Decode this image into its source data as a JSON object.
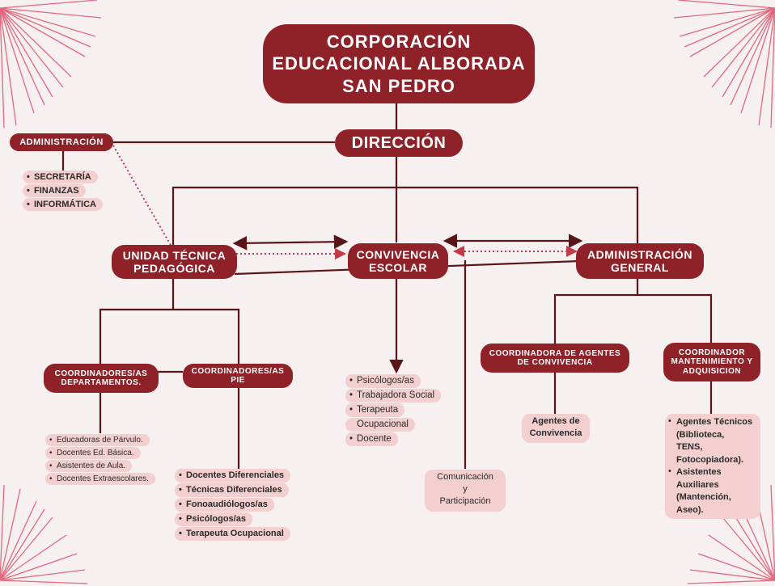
{
  "colors": {
    "node": "#8f2128",
    "line": "#5a1518",
    "list_bg": "#f3cfcf",
    "accent": "#e0506a",
    "bg": "#f6f1f0"
  },
  "top": {
    "line1": "CORPORACIÓN",
    "line2": "EDUCACIONAL ALBORADA",
    "line3": "SAN PEDRO"
  },
  "direccion": "DIRECCIÓN",
  "administracion": {
    "label": "ADMINISTRACIÓN",
    "items": [
      "SECRETARÍA",
      "FINANZAS",
      "INFORMÁTICA"
    ]
  },
  "utp": {
    "line1": "UNIDAD TÉCNICA",
    "line2": "PEDAGÓGICA"
  },
  "convivencia": {
    "line1": "CONVIVENCIA",
    "line2": "ESCOLAR",
    "items": [
      "Psicólogos/as",
      "Trabajadora Social",
      "Terapeuta",
      "Ocupacional",
      "Docente"
    ]
  },
  "admin_general": {
    "line1": "ADMINISTRACIÓN",
    "line2": "GENERAL"
  },
  "coord_dept": {
    "line1": "COORDINADORES/AS",
    "line2": "DEPARTAMENTOS.",
    "items": [
      "Educadoras de Párvulo.",
      "Docentes Ed. Básica.",
      "Asistentes de Aula.",
      "Docentes Extraescolares."
    ]
  },
  "coord_pie": {
    "line1": "COORDINADORES/AS",
    "line2": "PIE",
    "items": [
      "Docentes Diferenciales",
      "Técnicas Diferenciales",
      "Fonoaudiólogos/as",
      "Psicólogos/as",
      "Terapeuta Ocupacional"
    ]
  },
  "comunicacion": {
    "line1": "Comunicación",
    "line2": "y",
    "line3": "Participación"
  },
  "coord_agentes": {
    "line1": "COORDINADORA DE AGENTES",
    "line2": "DE CONVIVENCIA",
    "sub_line1": "Agentes de",
    "sub_line2": "Convivencia"
  },
  "coord_mant": {
    "line1": "COORDINADOR",
    "line2": "MANTENIMIENTO Y",
    "line3": "ADQUISICION",
    "items": [
      "Agentes Técnicos",
      "(Biblioteca,",
      "TENS,",
      "Fotocopiadora).",
      "Asistentes",
      "Auxiliares",
      "(Mantención,",
      "Aseo)."
    ]
  }
}
